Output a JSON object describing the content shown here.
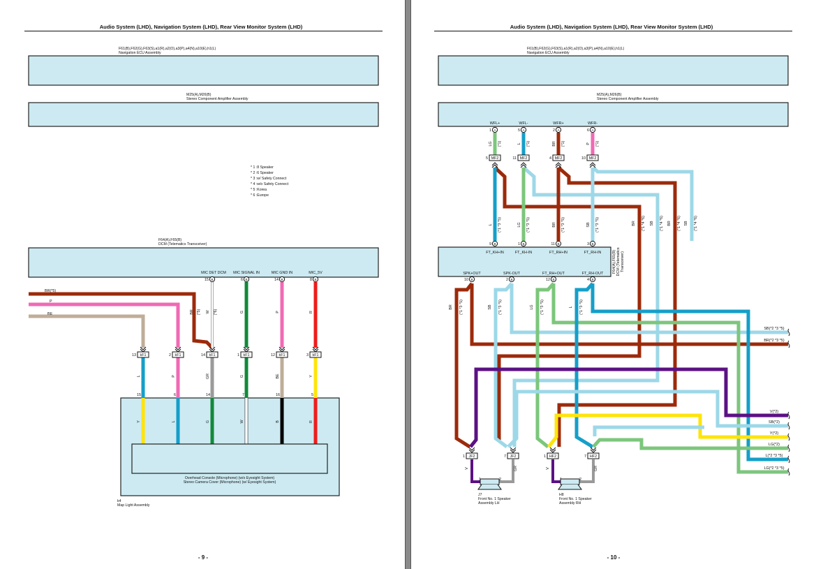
{
  "document": {
    "header_title": "Audio System (LHD), Navigation System (LHD), Rear View Monitor System (LHD)",
    "page_left_number": "- 9 -",
    "page_right_number": "- 10 -"
  },
  "components": {
    "nav_ecu": {
      "connectors": "F61(B),F62(G),F63(S),a1(R),a2(O),a3(P),a4(N),a10(E),h1(L)",
      "name": "Navigation ECU Assembly"
    },
    "amplifier": {
      "connectors": "M25(A),M26(B)",
      "name": "Stereo Component Amplifier Assembly"
    },
    "dcm_left": {
      "connectors": "F64(A),F65(B)",
      "name": "DCM (Telematics Transceiver)"
    },
    "dcm_right": {
      "line1": "F64(A),F65(B)",
      "line2": "DCM (Telematics",
      "line3": "Transceiver)"
    },
    "map_light": {
      "id": "k4",
      "name": "Map Light Assembly"
    },
    "microphone": {
      "line1": "Overhead Console (Microphone) (w/o Eyesight System)",
      "line2": "Stereo Camera Cover (Microphone) (w/ Eyesight System)"
    },
    "speaker_lh": {
      "id": "J7",
      "line1": "Front No. 1 Speaker",
      "line2": "Assembly LH"
    },
    "speaker_rh": {
      "id": "H8",
      "line1": "Front No. 1 Speaker",
      "line2": "Assembly RH"
    }
  },
  "notes": [
    "* 1 :8 Speaker",
    "* 2 :6 Speaker",
    "* 3 :w/ Safety Connect",
    "* 4 :w/o Safety Connect",
    "* 5 :Korea",
    "* 6 :Europe"
  ],
  "left_page": {
    "dcm_pins": [
      {
        "signal": "MIC DET DCM",
        "pin": "15",
        "conn": "B",
        "wire": "W",
        "note": "(*6)"
      },
      {
        "signal": "MIC SIGNAL IN",
        "pin": "6",
        "conn": "B",
        "wire": "G"
      },
      {
        "signal": "MIC GND IN",
        "pin": "14",
        "conn": "B",
        "wire": "P"
      },
      {
        "signal": "MIC_5V",
        "pin": "8",
        "conn": "B",
        "wire": "R"
      }
    ],
    "incoming_wires": [
      {
        "label": "BR(*5)"
      },
      {
        "label": "P"
      },
      {
        "label": "BE"
      }
    ],
    "br_wire": {
      "label": "BR",
      "note": "(*5)"
    },
    "junction": "kF1",
    "kf1_pins": [
      {
        "pin": "13",
        "wire_below": "L",
        "maplight_pin": "15",
        "inside_wire": "Y"
      },
      {
        "pin": "2",
        "wire_below": "P",
        "maplight_pin": "6",
        "inside_wire": "L"
      },
      {
        "pin": "14",
        "wire_below": "GR",
        "maplight_pin": "14",
        "inside_wire": "G"
      },
      {
        "pin": "1",
        "wire_below": "G",
        "maplight_pin": "7",
        "inside_wire": "W"
      },
      {
        "pin": "12",
        "wire_below": "BE",
        "maplight_pin": "16",
        "inside_wire": "B"
      },
      {
        "pin": "3",
        "wire_below": "Y",
        "maplight_pin": "5",
        "inside_wire": "R"
      }
    ]
  },
  "right_page": {
    "amp_pins": [
      {
        "signal": "WFL+",
        "pin": "1",
        "conn": "A",
        "wire": "LG",
        "note": "(*1)",
        "mf2_pin": "5"
      },
      {
        "signal": "WFL-",
        "pin": "5",
        "conn": "A",
        "wire": "L",
        "note": "(*1)",
        "mf2_pin": "11"
      },
      {
        "signal": "WFR+",
        "pin": "2",
        "conn": "A",
        "wire": "BR",
        "note": "(*1)",
        "mf2_pin": "4"
      },
      {
        "signal": "WFR-",
        "pin": "6",
        "conn": "A",
        "wire": "P",
        "note": "(*1)",
        "mf2_pin": "10"
      }
    ],
    "junction_mf2": "MF2",
    "dcm_in_pins": [
      {
        "signal": "FT_KH+IN",
        "pin": "9",
        "conn": "B",
        "wire": "L",
        "note": "(*1 *3 *5)"
      },
      {
        "signal": "FT_KH-IN",
        "pin": "1",
        "conn": "B",
        "wire": "LG",
        "note": "(*1 *3 *5)"
      },
      {
        "signal": "FT_RH+IN",
        "pin": "11",
        "conn": "B",
        "wire": "BR",
        "note": "(*1 *3 *5)"
      },
      {
        "signal": "FT_RH-IN",
        "pin": "3",
        "conn": "B",
        "wire": "SB",
        "note": "(*1 *3 *5)"
      }
    ],
    "bypass_wires": [
      {
        "wire": "BR",
        "note": "(*1 *4 *6)"
      },
      {
        "wire": "SB",
        "note": "(*1 *4 *6)"
      },
      {
        "wire": "BR",
        "note": "(*1 *4 *6)"
      },
      {
        "wire": "SB",
        "note": "(*1 *4 *6)"
      }
    ],
    "dcm_out_pins": [
      {
        "signal": "SPK+OUT",
        "pin": "10",
        "conn": "B",
        "wire": "BR",
        "note": "(*1 *3 *5)"
      },
      {
        "signal": "SPK-OUT",
        "pin": "2",
        "conn": "B",
        "wire": "SB",
        "note": "(*1 *3 *5)"
      },
      {
        "signal": "FT_RH+OUT",
        "pin": "12",
        "conn": "B",
        "wire": "LG",
        "note": "(*1 *3 *5)"
      },
      {
        "signal": "FT_RH-OUT",
        "pin": "4",
        "conn": "B",
        "wire": "L",
        "note": "(*1 *3 *5)"
      }
    ],
    "right_edge_wires": [
      "SB(*2 *3 *5)",
      "BR(*2 *3 *5)",
      "V(*2)",
      "SB(*2)",
      "Y(*2)",
      "LG(*2)",
      "L(*2 *3 *5)",
      "LG(*2 *3 *5)"
    ],
    "speaker_junctions": [
      {
        "pin": "1",
        "name": "JF2",
        "wire": "V",
        "spk_pin": "1"
      },
      {
        "pin": "7",
        "name": "JF2",
        "wire": "GR",
        "spk_pin": "2"
      },
      {
        "pin": "1",
        "name": "HF2",
        "wire": "V",
        "spk_pin": "1"
      },
      {
        "pin": "7",
        "name": "HF2",
        "wire": "GR",
        "spk_pin": "2"
      }
    ]
  },
  "colors": {
    "component_fill": "#cdeaf2",
    "BR": "#9c2a0a",
    "P": "#f06ab4",
    "BE": "#bfae98",
    "W": "#ffffff",
    "G": "#12893a",
    "R": "#ee1c1c",
    "L": "#159fc9",
    "GR": "#9a9a9a",
    "Y": "#ffe40a",
    "B": "#000000",
    "LG": "#7cc67c",
    "SB": "#9dd8e8",
    "V": "#5b1184"
  }
}
